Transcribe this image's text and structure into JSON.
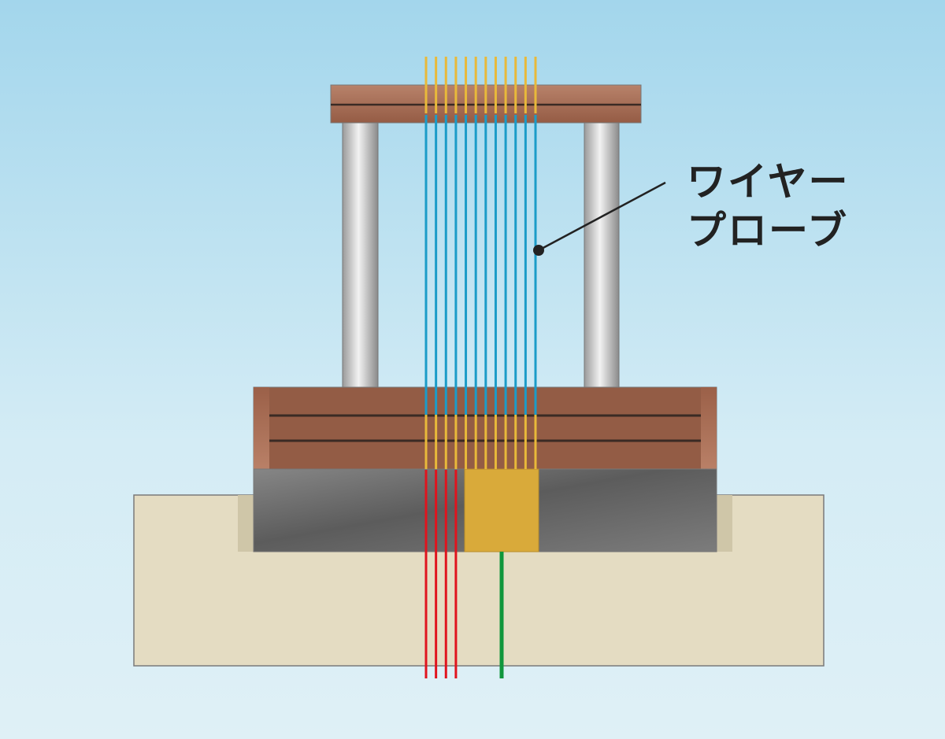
{
  "label": {
    "line1": "ワイヤー",
    "line2": "プローブ"
  },
  "wire_count": 12,
  "red_wire_count": 4,
  "colors": {
    "upper_wire": "#e8b93a",
    "probe_wire": "#1b9cc8",
    "red_wire": "#e0141e",
    "green_wire": "#10963c",
    "plate": "#a46a52",
    "block": "#6a6a6a",
    "chip": "#d9aa3a",
    "base": "#e4dcc2"
  }
}
